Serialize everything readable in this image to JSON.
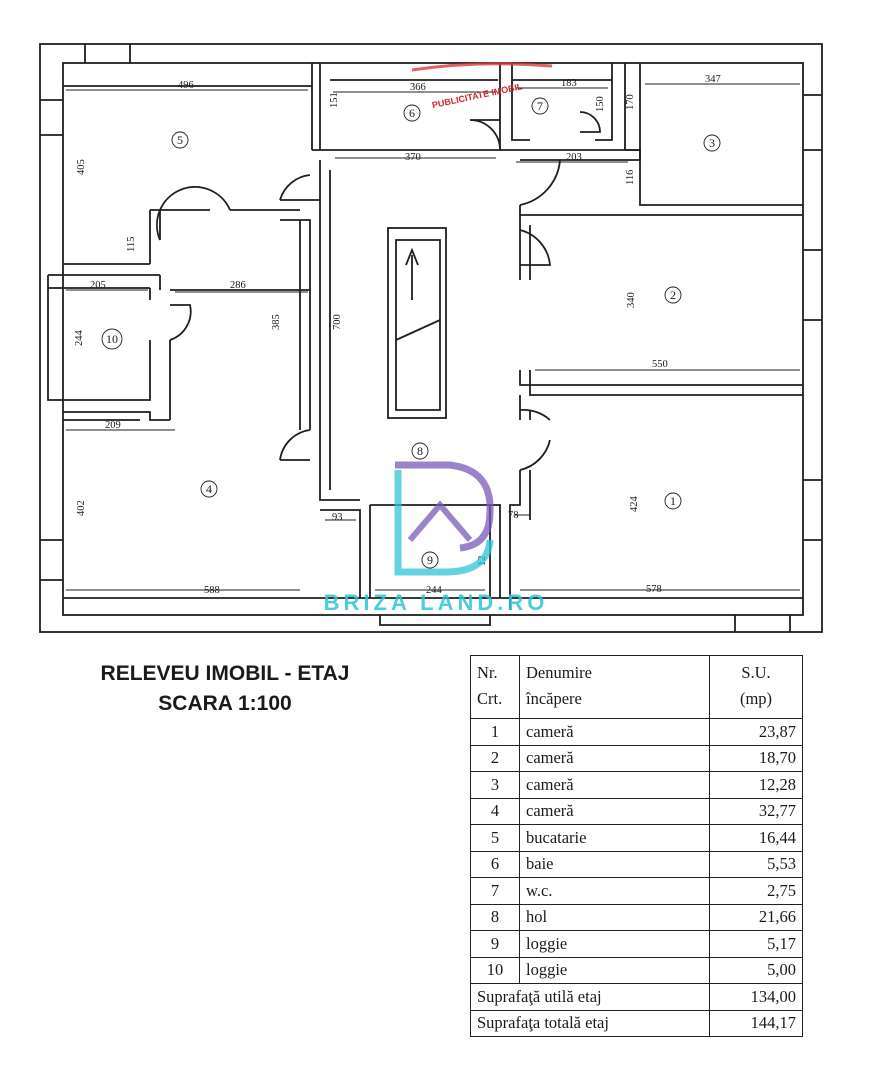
{
  "plan": {
    "dimensions": {
      "d496": "496",
      "d366": "366",
      "d151": "151",
      "d183": "183",
      "d150": "150",
      "d170": "170",
      "d347": "347",
      "d370": "370",
      "d203": "203",
      "d116": "116",
      "d405": "405",
      "d115": "115",
      "d205": "205",
      "d286": "286",
      "d385": "385",
      "d700": "700",
      "d340": "340",
      "d550": "550",
      "d244a": "244",
      "d209": "209",
      "d402": "402",
      "d93": "93",
      "d78": "78",
      "d424": "424",
      "d588": "588",
      "d244b": "244",
      "d578": "578",
      "d12": "12"
    },
    "rooms": {
      "r1": "1",
      "r2": "2",
      "r3": "3",
      "r4": "4",
      "r5": "5",
      "r6": "6",
      "r7": "7",
      "r8": "8",
      "r9": "9",
      "r10": "10"
    },
    "stamp_text": "PUBLICITATE IMOBIL",
    "watermark_text": "BRIZA LAND.RO",
    "watermark_colors": {
      "purple": "#7a5ab8",
      "teal": "#2fc4d6"
    }
  },
  "caption": {
    "line1": "RELEVEU IMOBIL - ETAJ",
    "line2": "SCARA 1:100"
  },
  "table": {
    "headers": {
      "nr_line1": "Nr.",
      "nr_line2": "Crt.",
      "name_line1": "Denumire",
      "name_line2": "încăpere",
      "su_line1": "S.U.",
      "su_line2": "(mp)"
    },
    "rows": [
      {
        "nr": "1",
        "name": "cameră",
        "su": "23,87"
      },
      {
        "nr": "2",
        "name": "cameră",
        "su": "18,70"
      },
      {
        "nr": "3",
        "name": "cameră",
        "su": "12,28"
      },
      {
        "nr": "4",
        "name": "cameră",
        "su": "32,77"
      },
      {
        "nr": "5",
        "name": "bucatarie",
        "su": "16,44"
      },
      {
        "nr": "6",
        "name": "baie",
        "su": "5,53"
      },
      {
        "nr": "7",
        "name": "w.c.",
        "su": "2,75"
      },
      {
        "nr": "8",
        "name": "hol",
        "su": "21,66"
      },
      {
        "nr": "9",
        "name": "loggie",
        "su": "5,17"
      },
      {
        "nr": "10",
        "name": "loggie",
        "su": "5,00"
      }
    ],
    "totals": [
      {
        "label": "Suprafaţă utilă etaj",
        "value": "134,00"
      },
      {
        "label": "Suprafaţa totală etaj",
        "value": "144,17"
      }
    ]
  }
}
